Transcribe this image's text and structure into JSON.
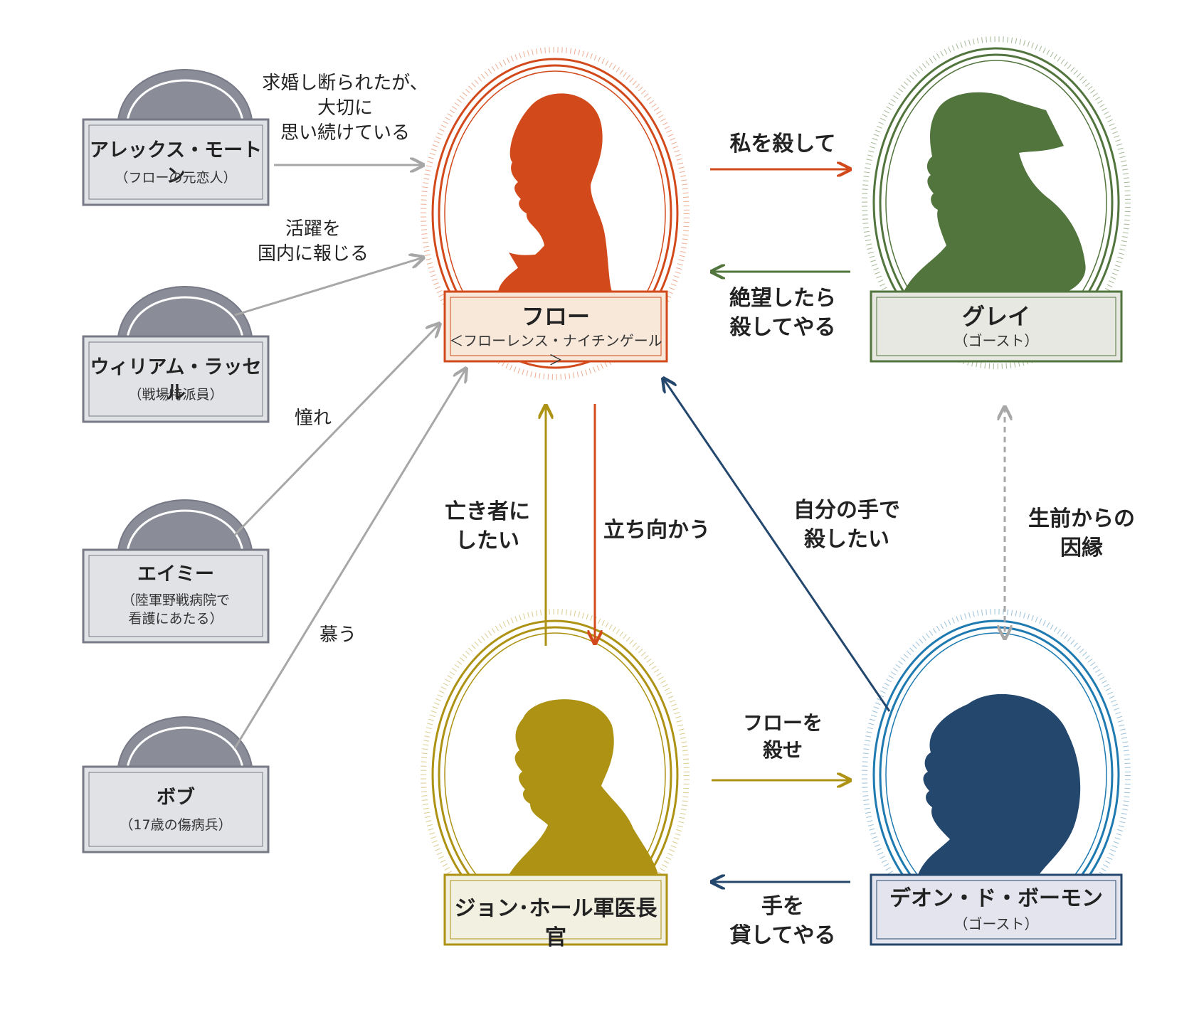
{
  "colors": {
    "flo": "#d24a1b",
    "gray_ghost": "#52743d",
    "john": "#ad9214",
    "deon_frame": "#1e7ab0",
    "deon_sil": "#24476e",
    "side": "#777986",
    "arrow_gray": "#a7a7a7"
  },
  "main_characters": {
    "flo": {
      "name": "フロー",
      "subtitle": "＜フローレンス・ナイチンゲール＞"
    },
    "gray": {
      "name": "グレイ",
      "subtitle": "（ゴースト）"
    },
    "john": {
      "name": "ジョン･ホール軍医長官"
    },
    "deon": {
      "name": "デオン・ド・ボーモン",
      "subtitle": "（ゴースト）"
    }
  },
  "side_characters": [
    {
      "name": "アレックス・モートン",
      "note": "（フローの元恋人）"
    },
    {
      "name": "ウィリアム・ラッセル",
      "note": "（戦場特派員）"
    },
    {
      "name": "エイミー",
      "note": "（陸軍野戦病院で\n看護にあたる）"
    },
    {
      "name": "ボブ",
      "note": "（17歳の傷病兵）"
    }
  ],
  "relations": {
    "alex_to_flo": "求婚し断られたが、\n大切に\n思い続けている",
    "william_to_flo": "活躍を\n国内に報じる",
    "amy_to_flo": "憧れ",
    "bob_to_flo": "慕う",
    "flo_to_gray": "私を殺して",
    "gray_to_flo": "絶望したら\n殺してやる",
    "john_to_flo": "亡き者に\nしたい",
    "flo_to_john": "立ち向かう",
    "deon_to_flo": "自分の手で\n殺したい",
    "gray_deon": "生前からの\n因縁",
    "john_to_deon": "フローを\n殺せ",
    "deon_to_john": "手を\n貸してやる"
  }
}
